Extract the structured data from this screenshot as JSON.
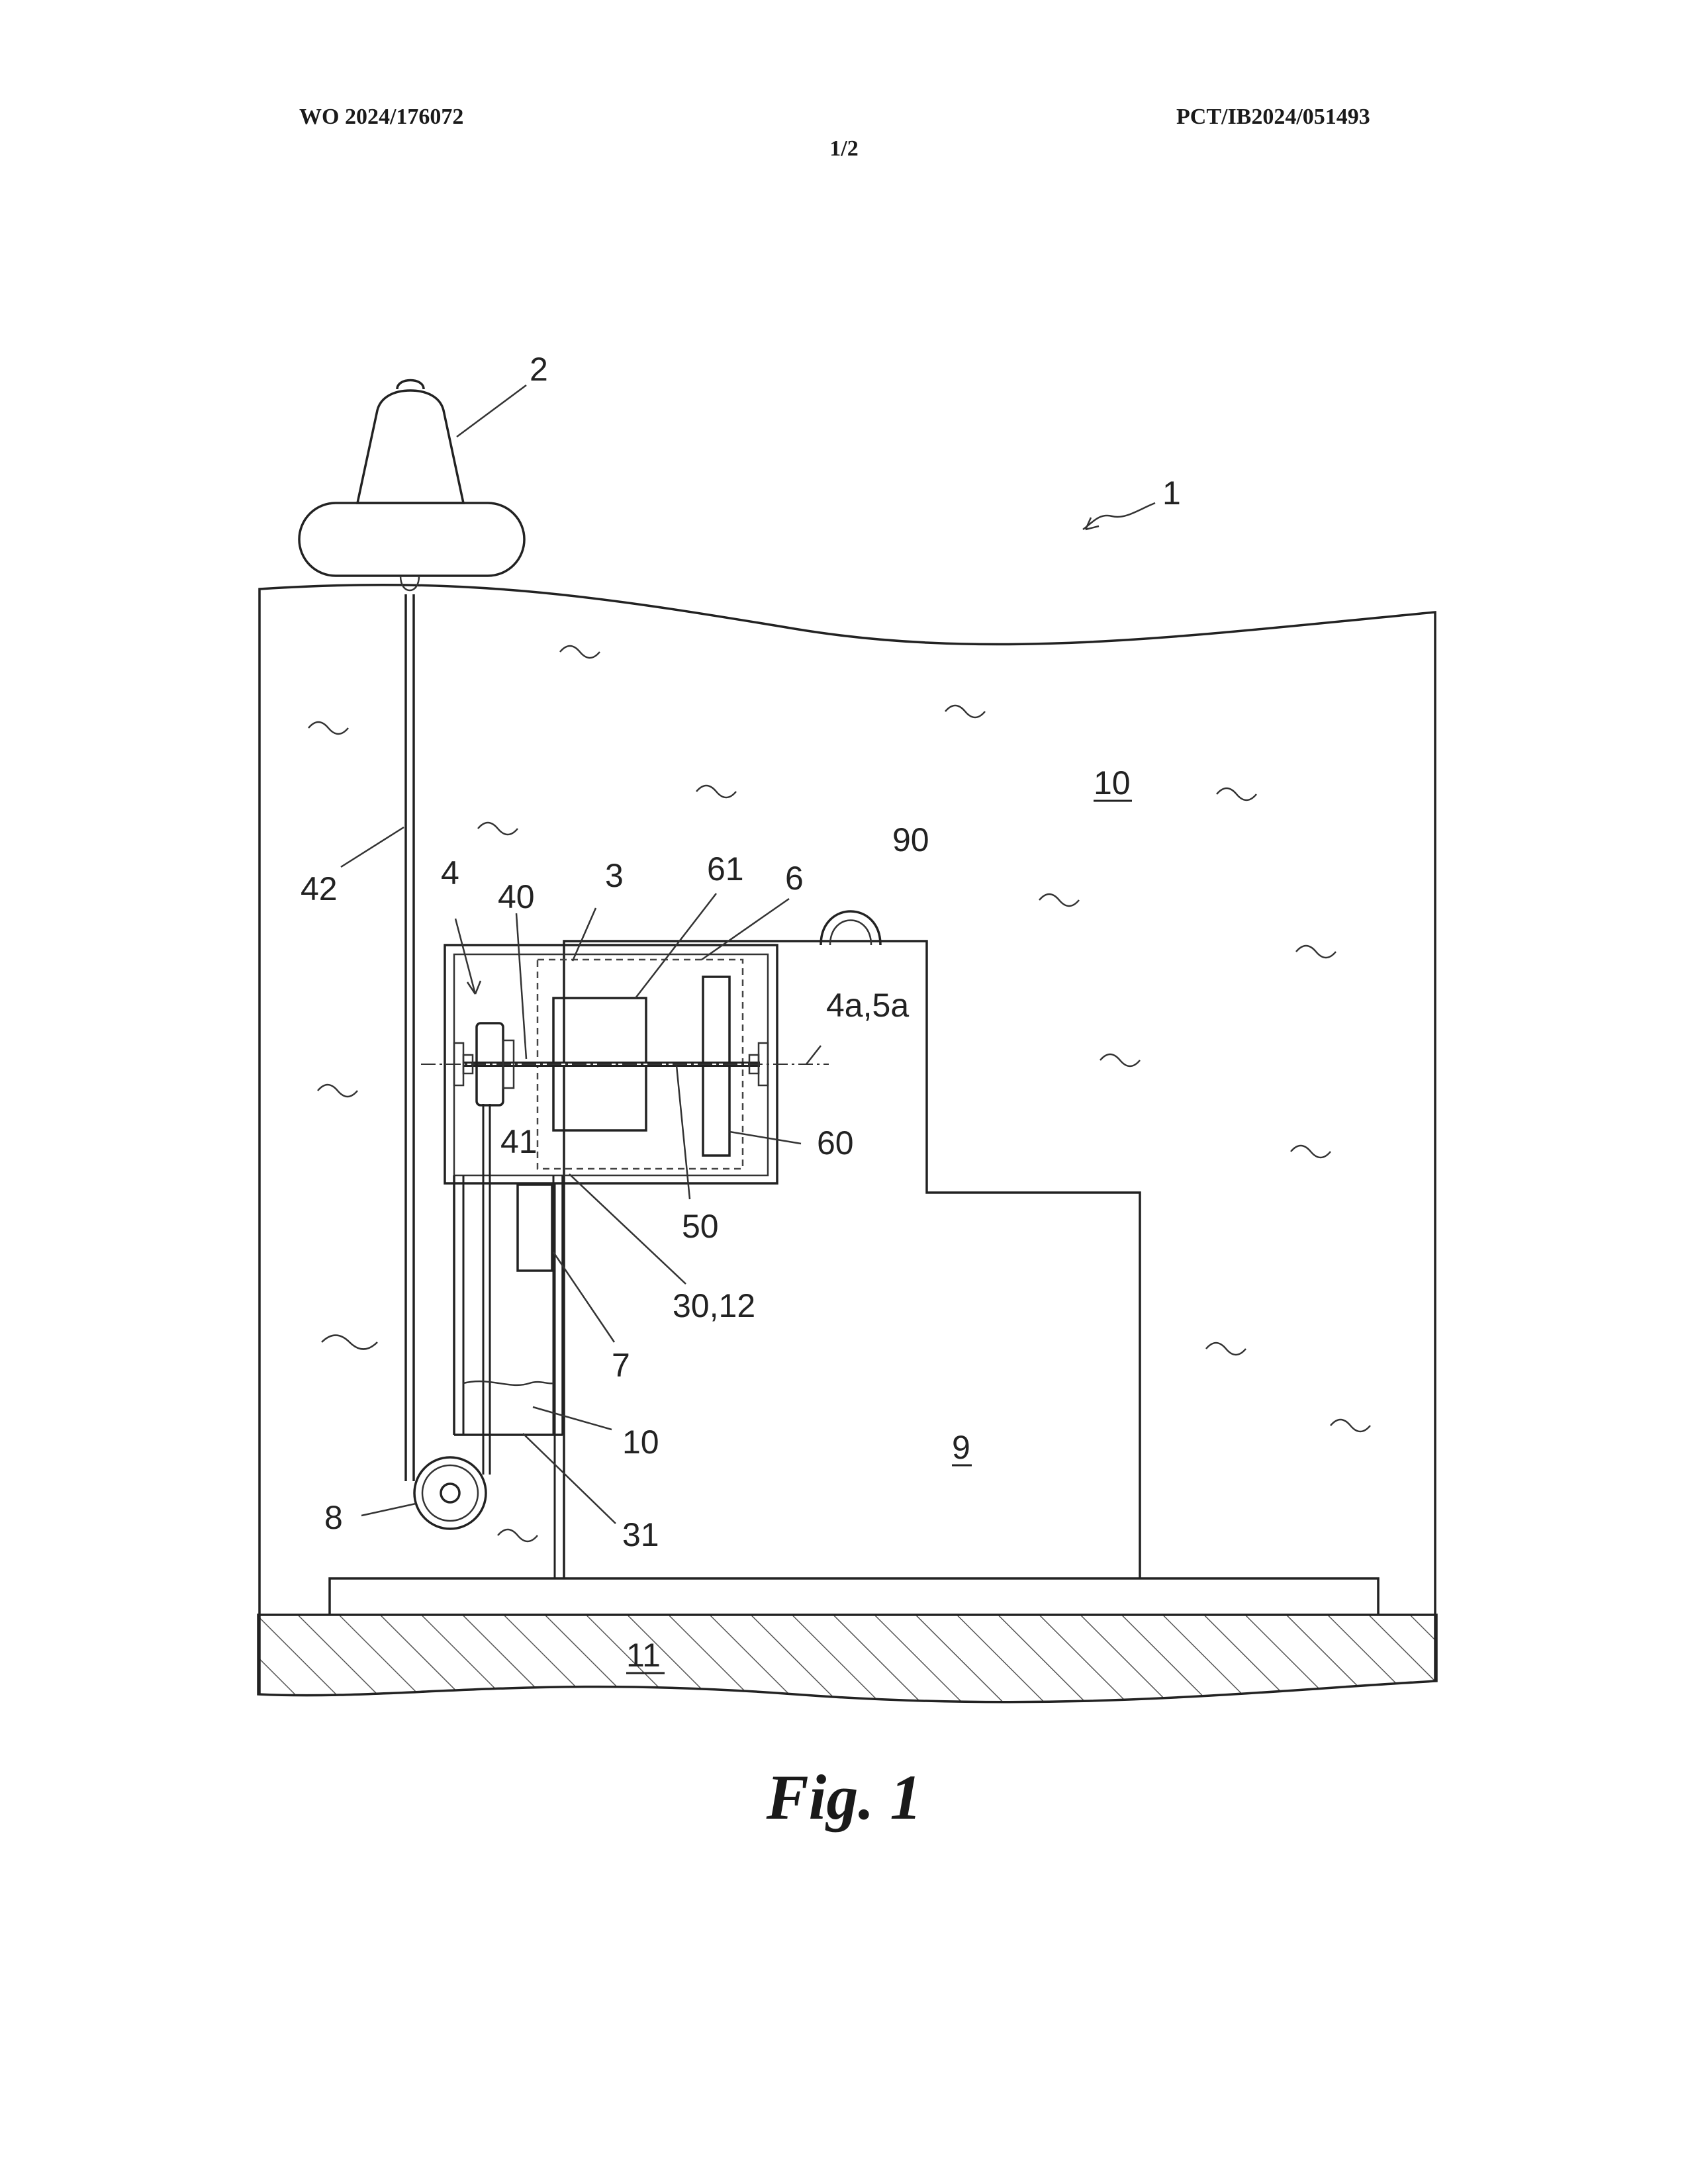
{
  "header": {
    "publication_number": "WO 2024/176072",
    "application_number": "PCT/IB2024/051493",
    "sheet": "1/2"
  },
  "figure": {
    "caption": "Fig. 1",
    "reference_numerals": {
      "r1": "1",
      "r2": "2",
      "r3": "3",
      "r4": "4",
      "r40": "40",
      "r41": "41",
      "r42": "42",
      "r4a5a": "4a,5a",
      "r50": "50",
      "r6": "6",
      "r60": "60",
      "r61": "61",
      "r7": "7",
      "r8": "8",
      "r9": "9",
      "r10_top": "10",
      "r10_inner": "10",
      "r11": "11",
      "r30_12": "30,12",
      "r31": "31",
      "r90": "90"
    }
  }
}
